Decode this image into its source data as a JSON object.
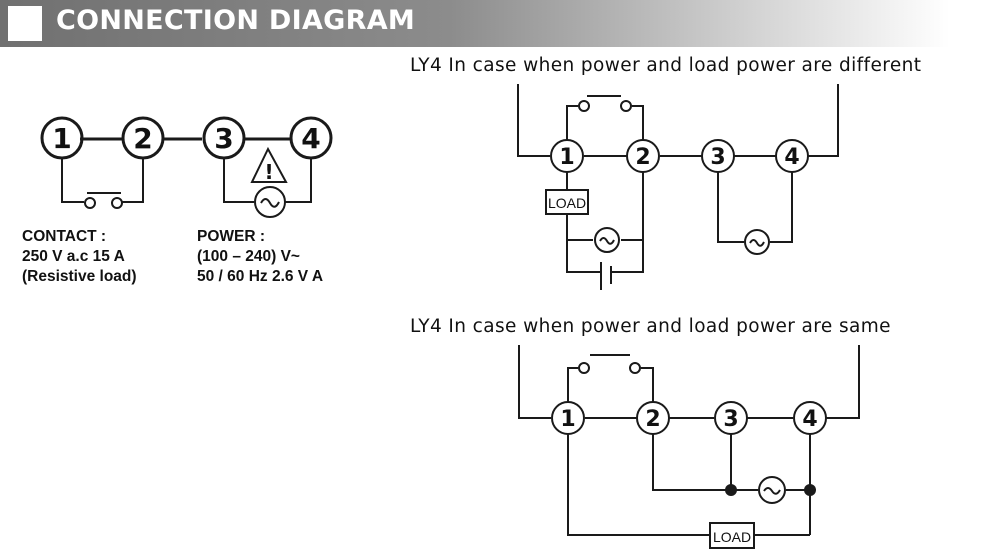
{
  "header": {
    "title": "CONNECTION DIAGRAM"
  },
  "basic_diagram": {
    "terminals": [
      "1",
      "2",
      "3",
      "4"
    ],
    "contact_lines": [
      "CONTACT :",
      "250 V a.c 15 A",
      "(Resistive load)"
    ],
    "power_lines": [
      "POWER :",
      "(100 – 240) V~",
      "50 / 60 Hz  2.6 V A"
    ],
    "warning_symbol": "!",
    "icons": [
      "warning-triangle-icon",
      "ac-source-icon",
      "switch-contact-icon"
    ]
  },
  "diagram_different": {
    "heading": "LY4 In case when power and load power are different",
    "terminals": [
      "1",
      "2",
      "3",
      "4"
    ],
    "load_label": "LOAD",
    "icons": [
      "ac-source-icon",
      "dc-battery-icon",
      "switch-contact-icon",
      "load-box-icon"
    ]
  },
  "diagram_same": {
    "heading": "LY4 In case when power and load power are same",
    "terminals": [
      "1",
      "2",
      "3",
      "4"
    ],
    "load_label": "LOAD",
    "icons": [
      "ac-source-icon",
      "switch-contact-icon",
      "load-box-icon",
      "junction-dot-icon"
    ]
  }
}
